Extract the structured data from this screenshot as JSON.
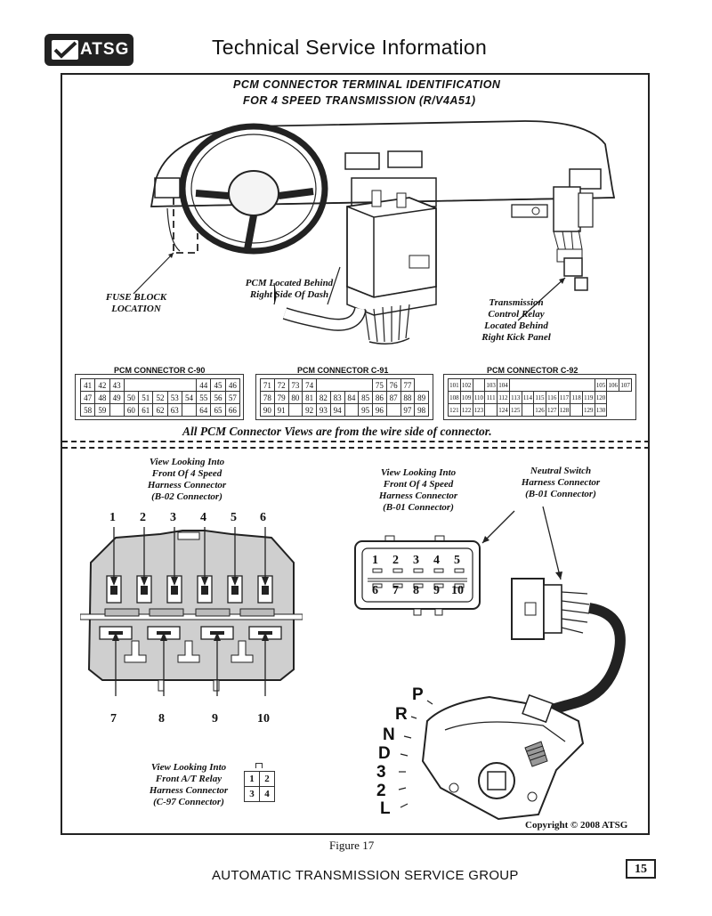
{
  "header": {
    "logo_text": "ATSG",
    "title": "Technical Service Information"
  },
  "diagram_title": {
    "line1": "PCM CONNECTOR TERMINAL IDENTIFICATION",
    "line2": "FOR  4 SPEED TRANSMISSION (R/V4A51)"
  },
  "callouts": {
    "fuse_block": [
      "FUSE BLOCK",
      "LOCATION"
    ],
    "pcm_location": [
      "PCM Located Behind",
      "Right Side Of Dash"
    ],
    "tcr": [
      "Transmission",
      "Control Relay",
      "Located Behind",
      "Right Kick Panel"
    ]
  },
  "connectors": {
    "c90": {
      "label": "PCM CONNECTOR C-90",
      "rows": [
        [
          "41",
          "42",
          "43",
          "",
          "",
          "",
          "",
          "",
          "44",
          "45",
          "46"
        ],
        [
          "47",
          "48",
          "49",
          "50",
          "51",
          "52",
          "53",
          "54",
          "55",
          "56",
          "57"
        ],
        [
          "58",
          "59",
          "",
          "60",
          "61",
          "62",
          "63",
          "",
          "64",
          "65",
          "66"
        ]
      ]
    },
    "c91": {
      "label": "PCM CONNECTOR C-91",
      "rows": [
        [
          "71",
          "72",
          "73",
          "74",
          "",
          "",
          "",
          "",
          "75",
          "76",
          "77"
        ],
        [
          "78",
          "79",
          "80",
          "81",
          "82",
          "83",
          "84",
          "85",
          "86",
          "87",
          "88",
          "89"
        ],
        [
          "90",
          "91",
          "",
          "92",
          "93",
          "94",
          "",
          "95",
          "96",
          "",
          "97",
          "98"
        ]
      ]
    },
    "c92": {
      "label": "PCM CONNECTOR C-92",
      "rows": [
        [
          "101",
          "102",
          "",
          "103",
          "104",
          "",
          "",
          "",
          "",
          "",
          "",
          "",
          "105",
          "106",
          "107"
        ],
        [
          "108",
          "109",
          "110",
          "111",
          "112",
          "113",
          "114",
          "115",
          "116",
          "117",
          "118",
          "119",
          "120"
        ],
        [
          "121",
          "122",
          "123",
          "",
          "124",
          "125",
          "",
          "126",
          "127",
          "128",
          "",
          "129",
          "130"
        ]
      ]
    }
  },
  "views_note": "All PCM Connector Views are from the wire side of connector.",
  "b02": {
    "caption": [
      "View Looking Into",
      "Front Of 4 Speed",
      "Harness Connector",
      "(B-02 Connector)"
    ],
    "top_pins": [
      "1",
      "2",
      "3",
      "4",
      "5",
      "6"
    ],
    "bottom_pins": [
      "7",
      "8",
      "9",
      "10"
    ]
  },
  "b01_front": {
    "caption": [
      "View Looking Into",
      "Front Of 4 Speed",
      "Harness Connector",
      "(B-01 Connector)"
    ],
    "top_pins": [
      "1",
      "2",
      "3",
      "4",
      "5"
    ],
    "bottom_pins": [
      "6",
      "7",
      "8",
      "9",
      "10"
    ]
  },
  "neutral_switch": {
    "caption": [
      "Neutral Switch",
      "Harness Connector",
      "(B-01 Connector)"
    ]
  },
  "gears": [
    "P",
    "R",
    "N",
    "D",
    "3",
    "2",
    "L"
  ],
  "relay": {
    "caption": [
      "View Looking Into",
      "Front A/T Relay",
      "Harness Connector",
      "(C-97 Connector)"
    ],
    "pins": [
      [
        "1",
        "2"
      ],
      [
        "3",
        "4"
      ]
    ]
  },
  "copyright": "Copyright © 2008 ATSG",
  "figure": "Figure 17",
  "footer": "AUTOMATIC TRANSMISSION SERVICE GROUP",
  "page_number": "15"
}
